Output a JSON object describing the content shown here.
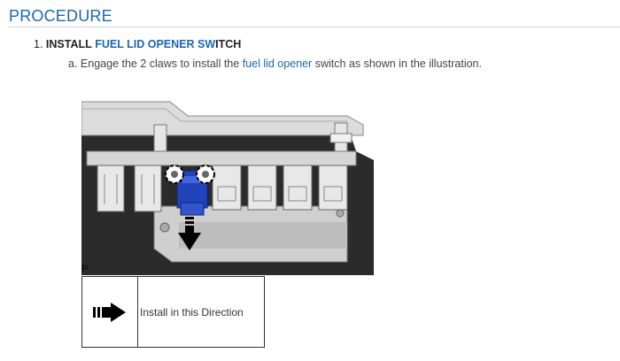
{
  "section": {
    "title": "PROCEDURE"
  },
  "step1": {
    "number": "1.",
    "prefix": "INSTALL",
    "highlight_a": "FUEL LID OPENER",
    "highlight_b": "SW",
    "suffix": "ITCH"
  },
  "step1a": {
    "letter": "a.",
    "text_before": "Engage the 2 claws to install the",
    "link": "fuel lid opener",
    "text_after": "switch as shown in the illustration."
  },
  "illustration": {
    "label": "P"
  },
  "legend": {
    "rows": [
      {
        "icon": "install-direction-arrow",
        "text": "Install in this Direction"
      }
    ]
  },
  "colors": {
    "accent": "#1a67b3",
    "switch": "#2244bb"
  }
}
